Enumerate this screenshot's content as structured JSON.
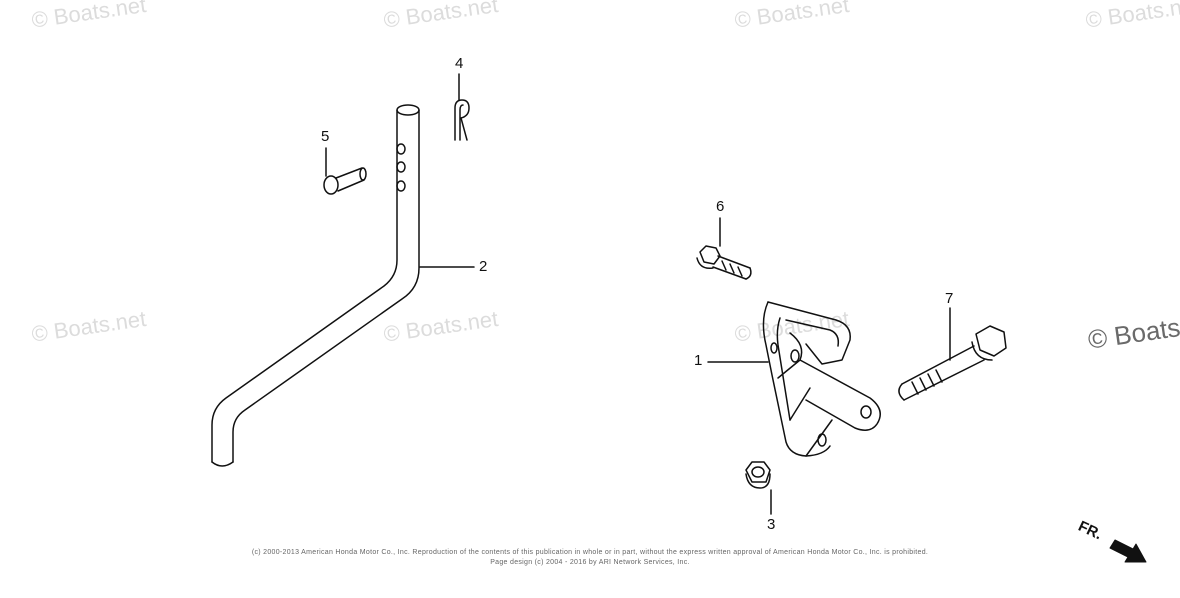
{
  "watermarks": {
    "text": "© Boats.net",
    "right_edge": "© Boats"
  },
  "callouts": {
    "c1": "1",
    "c2": "2",
    "c3": "3",
    "c4": "4",
    "c5": "5",
    "c6": "6",
    "c7": "7"
  },
  "copyright": {
    "line1": "(c) 2000-2013 American Honda Motor Co., Inc. Reproduction of the contents of this publication in whole or in part, without the express written approval of American Honda Motor Co., Inc. is prohibited.",
    "line2": "Page design (c) 2004 - 2016 by ARI Network Services, Inc."
  },
  "direction": {
    "label": "FR."
  },
  "colors": {
    "line": "#111111",
    "watermark": "#dcdcdc"
  }
}
